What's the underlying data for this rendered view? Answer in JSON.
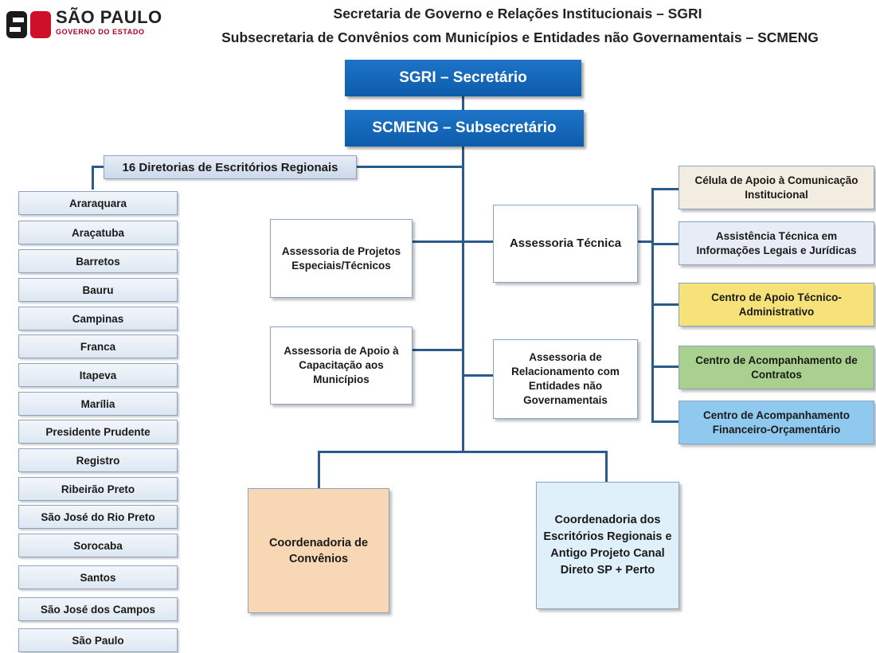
{
  "logo": {
    "title": "SÃO PAULO",
    "subtitle": "GOVERNO DO ESTADO"
  },
  "header": {
    "line1": "Secretaria de Governo e Relações Institucionais – SGRI",
    "line2": "Subsecretaria de Convênios com Municípios e Entidades não Governamentais – SCMENG"
  },
  "top": {
    "secretario": "SGRI – Secretário",
    "subsecretario": "SCMENG – Subsecretário"
  },
  "regional": {
    "heading": "16 Diretorias de Escritórios Regionais",
    "items": [
      "Araraquara",
      "Araçatuba",
      "Barretos",
      "Bauru",
      "Campinas",
      "Franca",
      "Itapeva",
      "Marília",
      "Presidente Prudente",
      "Registro",
      "Ribeirão Preto",
      "São José do Rio Preto",
      "Sorocaba",
      "Santos",
      "São José dos Campos",
      "São Paulo"
    ]
  },
  "left_boxes": {
    "projetos": "Assessoria de Projetos Especiais/Técnicos",
    "capacitacao": "Assessoria de Apoio à Capacitação aos Municípios"
  },
  "mid_boxes": {
    "tecnica": "Assessoria Técnica",
    "relacionamento": "Assessoria de Relacionamento com Entidades não Governamentais"
  },
  "right_boxes": [
    {
      "label": "Célula de Apoio à Comunicação Institucional",
      "color": "#f3ece0"
    },
    {
      "label": "Assistência Técnica em Informações Legais e Jurídicas",
      "color": "#e8ecf6"
    },
    {
      "label": "Centro de Apoio Técnico-Administrativo",
      "color": "#f7e27a"
    },
    {
      "label": "Centro de Acompanhamento de Contratos",
      "color": "#a9d08e"
    },
    {
      "label": "Centro de Acompanhamento Financeiro-Orçamentário",
      "color": "#8fc9f0"
    }
  ],
  "bottom_boxes": {
    "convenios": {
      "label": "Coordenadoria de Convênios",
      "color": "#f8d7b5"
    },
    "escritorios": {
      "label": "Coordenadoria dos Escritórios Regionais e Antigo Projeto Canal Direto SP + Perto",
      "color": "#dff0fb"
    }
  }
}
